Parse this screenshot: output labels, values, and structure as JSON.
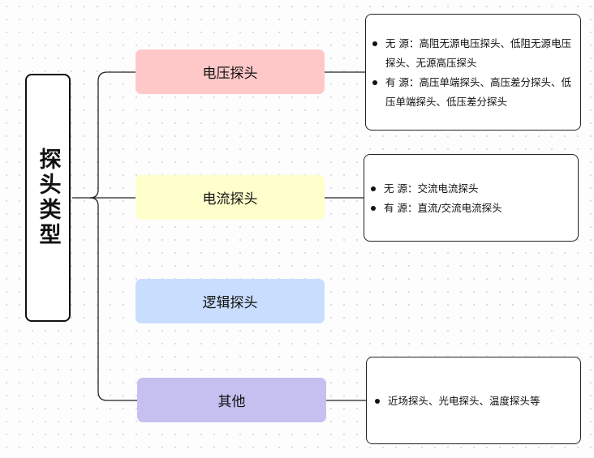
{
  "root": {
    "label": "探头类型"
  },
  "branches": [
    {
      "label": "电压探头",
      "color": "#ffc8c8",
      "details": [
        "无 源：高阻无源电压探头、低阻无源电压探头、无源高压探头",
        "有 源：高压单端探头、高压差分探头、低压单端探头、低压差分探头"
      ]
    },
    {
      "label": "电流探头",
      "color": "#ffffcc",
      "details": [
        "无 源：交流电流探头",
        "有 源：直流/交流电流探头"
      ]
    },
    {
      "label": "逻辑探头",
      "color": "#c9ddff",
      "details": []
    },
    {
      "label": "其他",
      "color": "#c5c0f0",
      "details": [
        "近场探头、光电探头、温度探头等"
      ]
    }
  ]
}
